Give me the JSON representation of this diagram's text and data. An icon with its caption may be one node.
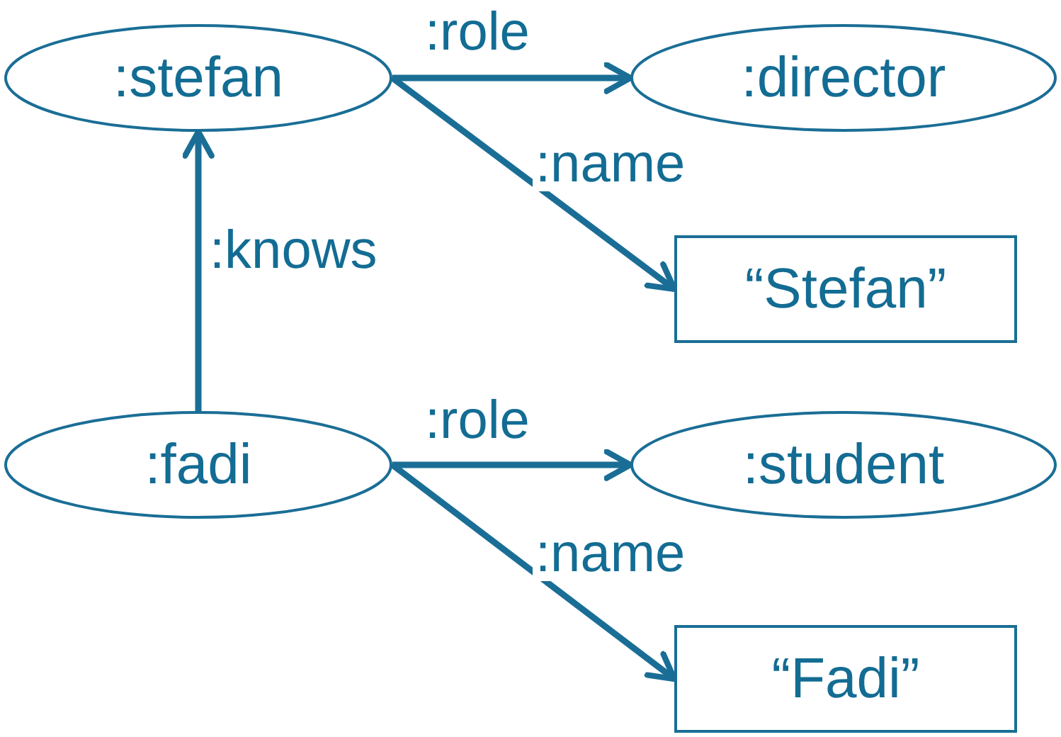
{
  "diagram": {
    "nodes": [
      {
        "text": [
          ":stefan"
        ]
      },
      {
        "text": [
          ":director"
        ]
      },
      {
        "text": [
          "“Stefan”"
        ]
      },
      {
        "text": [
          ":fadi"
        ]
      },
      {
        "text": [
          ":student"
        ]
      },
      {
        "text": [
          "“Fadi”"
        ]
      }
    ],
    "edges": [
      {
        "from": 0,
        "to": 1,
        "arrow": "to",
        "label": ":role"
      },
      {
        "from": 0,
        "to": 2,
        "arrow": "to",
        "label": ":name"
      },
      {
        "from": 3,
        "to": 0,
        "arrow": "to",
        "label": ":knows"
      },
      {
        "from": 3,
        "to": 4,
        "arrow": "to",
        "label": ":role"
      },
      {
        "from": 3,
        "to": 5,
        "arrow": "to",
        "label": ":name"
      }
    ]
  }
}
